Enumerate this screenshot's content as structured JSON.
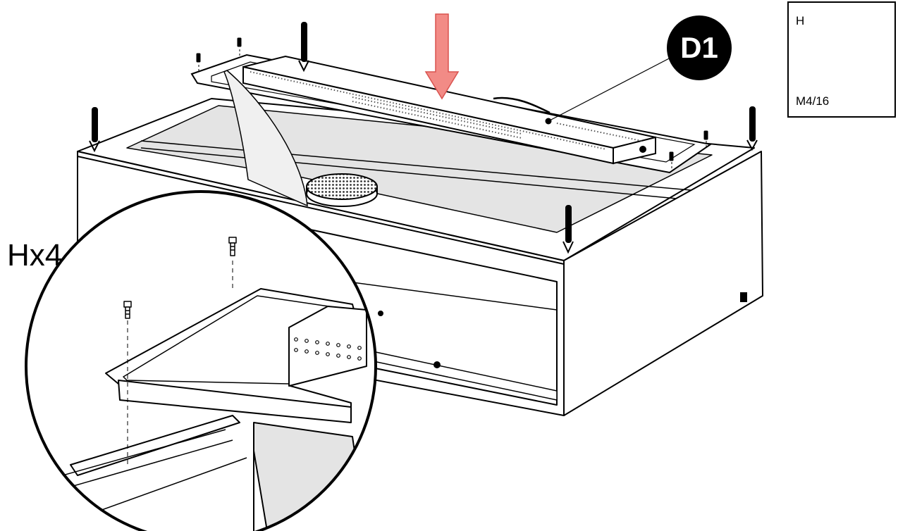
{
  "callout": {
    "label": "D1"
  },
  "detail": {
    "quantity_label": "Hx4"
  },
  "part_legend": {
    "letter": "H",
    "size": "M4/16"
  },
  "colors": {
    "arrow": "#f28b86",
    "line": "#000000",
    "panel": "#e6e6e6",
    "mesh": "#3a3a3a"
  },
  "icons": {
    "arrow": "push-down-arrow-icon",
    "screw": "flange-screw-icon"
  }
}
